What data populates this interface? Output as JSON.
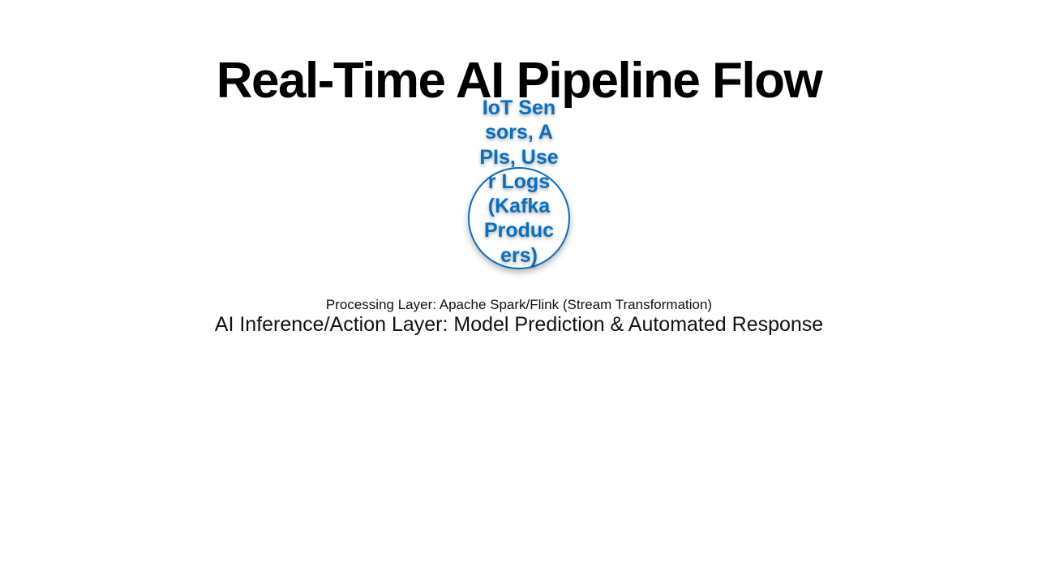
{
  "title": "Real-Time AI Pipeline Flow",
  "nodes": [
    {
      "label": "IoT Sensors, APIs, User Logs (Kafka Producers)",
      "shape": "circle",
      "color": "#0a6fbe"
    }
  ],
  "layers": {
    "processing": "Processing Layer: Apache Spark/Flink (Stream Transformation)",
    "inference": "AI Inference/Action Layer: Model Prediction & Automated Response"
  },
  "colors": {
    "accent": "#0a6fbe",
    "text": "#000000",
    "background": "#ffffff"
  }
}
